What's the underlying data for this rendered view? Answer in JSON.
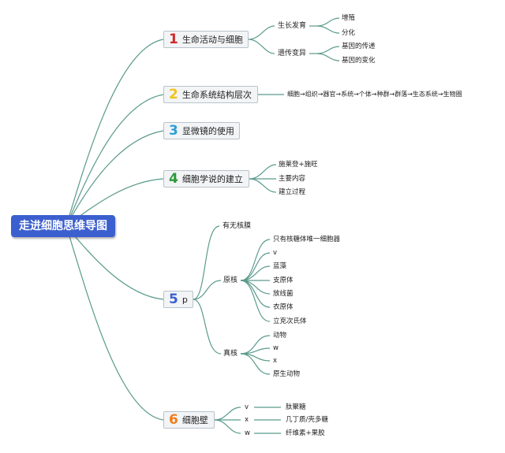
{
  "root": "走进细胞思维导图",
  "branches": [
    {
      "num": "1",
      "label": "生命活动与细胞",
      "color": "#d22a2a"
    },
    {
      "num": "2",
      "label": "生命系统结构层次",
      "color": "#f0c419"
    },
    {
      "num": "3",
      "label": "显微镜的使用",
      "color": "#2a9fd6"
    },
    {
      "num": "4",
      "label": "细胞学说的建立",
      "color": "#2b9a3a"
    },
    {
      "num": "5",
      "label": "p",
      "color": "#3c5fcf"
    },
    {
      "num": "6",
      "label": "细胞壁",
      "color": "#f07d1a"
    }
  ],
  "b1": {
    "growth": "生长发育",
    "growth_children": [
      "增殖",
      "分化"
    ],
    "heredity": "遗传变异",
    "heredity_children": [
      "基因的传递",
      "基因的变化"
    ]
  },
  "b2": {
    "chain": "细胞→组织→器官→系统→个体→种群→群落→生态系统→生物圈"
  },
  "b4": {
    "children": [
      "施莱登+施旺",
      "主要内容",
      "建立过程"
    ]
  },
  "b5": {
    "nucleus": "有无核膜",
    "prokaryote": "原核",
    "prokaryote_children": [
      "只有核糖体唯一细胞器",
      "v",
      "蓝藻",
      "支原体",
      "放线菌",
      "衣原体",
      "立克次氏体"
    ],
    "eukaryote": "真核",
    "eukaryote_children": [
      "动物",
      "w",
      "x",
      "原生动物"
    ]
  },
  "b6": {
    "rows": [
      {
        "key": "v",
        "value": "肽聚糖"
      },
      {
        "key": "x",
        "value": "几丁质/壳多糖"
      },
      {
        "key": "w",
        "value": "纤维素+果胶"
      }
    ]
  },
  "colors": {
    "link": "#5a9a8c",
    "root_bg": "#3c5fcf"
  }
}
